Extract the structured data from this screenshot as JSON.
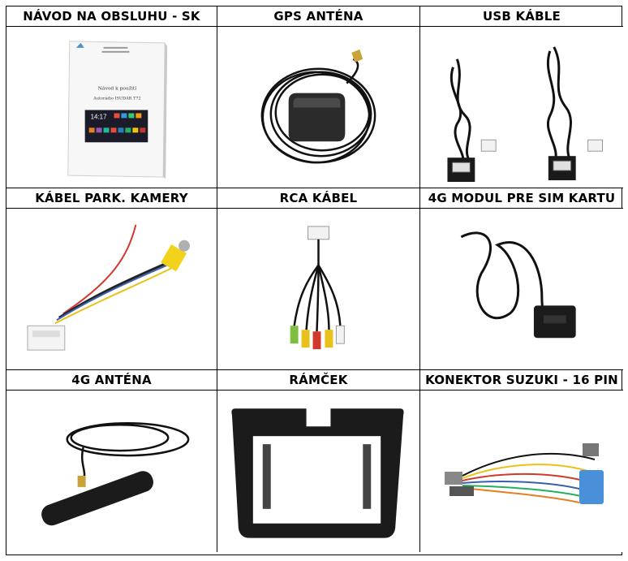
{
  "items": [
    {
      "title": "NÁVOD NA OBSLUHU - SK",
      "icon": "manual-booklet-icon",
      "doc": {
        "line1": "Návod k použití",
        "line2": "Autorádio ISUDAR T72",
        "time": "14:17"
      }
    },
    {
      "title": "GPS ANTÉNA",
      "icon": "gps-antenna-icon"
    },
    {
      "title": "USB KÁBLE",
      "icon": "usb-cable-icon"
    },
    {
      "title": "KÁBEL PARK. KAMERY",
      "icon": "camera-cable-icon"
    },
    {
      "title": "RCA KÁBEL",
      "icon": "rca-cable-icon"
    },
    {
      "title": "4G MODUL PRE SIM KARTU",
      "icon": "sim-module-icon"
    },
    {
      "title": "4G ANTÉNA",
      "icon": "4g-antenna-icon"
    },
    {
      "title": "RÁMČEK",
      "icon": "dash-frame-icon"
    },
    {
      "title": "KONEKTOR SUZUKI - 16 PIN",
      "icon": "suzuki-connector-icon"
    }
  ]
}
